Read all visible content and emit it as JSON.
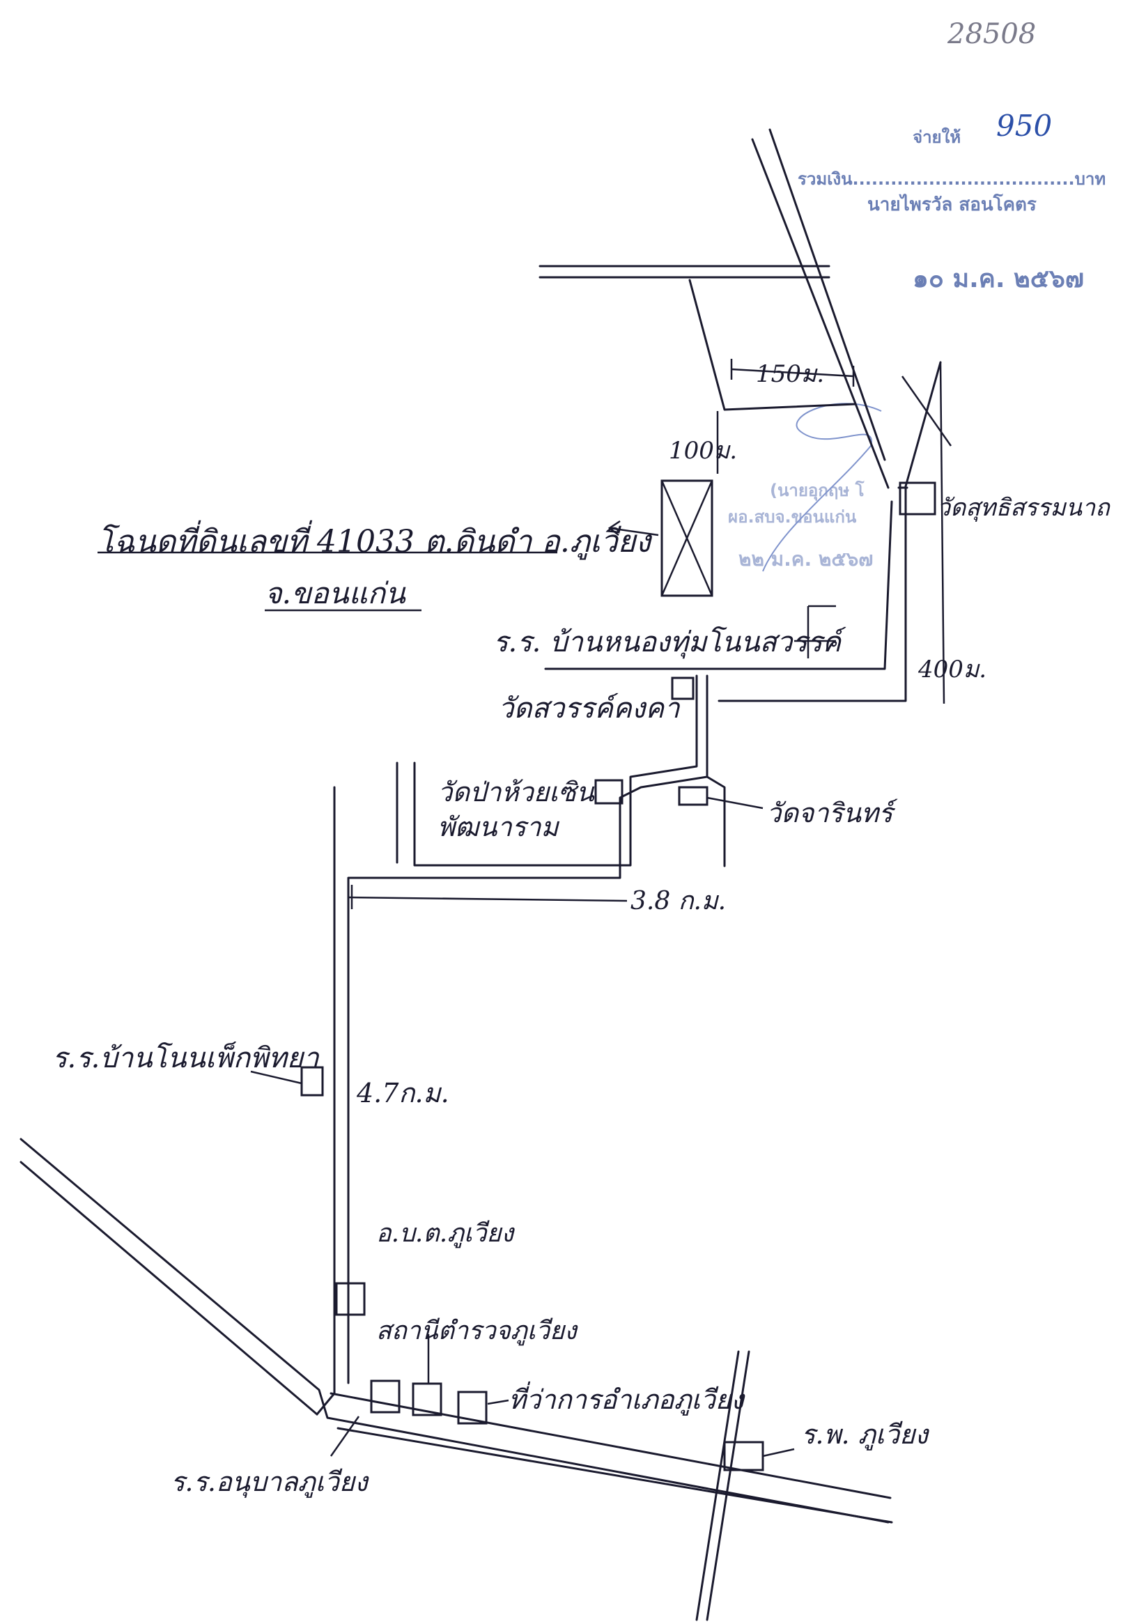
{
  "doc_number": "28508",
  "payment_stamp": {
    "pay_to_label": "จ่ายให้",
    "amount": "950",
    "total_label": "รวมเงิน...................................บาท",
    "name": "นายไพรวัล สอนโคตร",
    "date": "๑๐ ม.ค. ๒๕๖๗"
  },
  "approval_stamp": {
    "name": "(นายอุกฤษ โ",
    "position": "ผอ.สบจ.ขอนแก่น ",
    "date": "๒๒ ม.ค. ๒๕๖๗"
  },
  "labels": {
    "deed": "โฉนดที่ดินเลขที่ 41033 ต.ดินดำ อ.ภูเวียง",
    "province": "จ.ขอนแก่น",
    "dist_150": "150ม.",
    "dist_100": "100ม.",
    "dist_400": "400ม.",
    "dist_3_8": "3.8 ก.ม.",
    "dist_4_7": "4.7ก.ม.",
    "wat_suttisatham": "วัดสุทธิสรรมนาถ",
    "school_nongthum": "ร.ร. บ้านหนองทุ่มโนนสวรรค์",
    "wat_sawankongka": "วัดสวรรค์คงคา",
    "wat_pahuaisen_1": "วัดป่าห้วยเซิน",
    "wat_pahuaisen_2": "พัฒนาราม",
    "wat_charin": "วัดจารินทร์",
    "school_nonphek": "ร.ร.บ้านโนนเพ็กพิทยา",
    "tambon_office": "อ.บ.ต.ภูเวียง",
    "police": "สถานีตำรวจภูเวียง",
    "district_office": "ที่ว่าการอำเภอภูเวียง",
    "hospital": "ร.พ. ภูเวียง",
    "school_anuban": "ร.ร.อนุบาลภูเวียง"
  }
}
